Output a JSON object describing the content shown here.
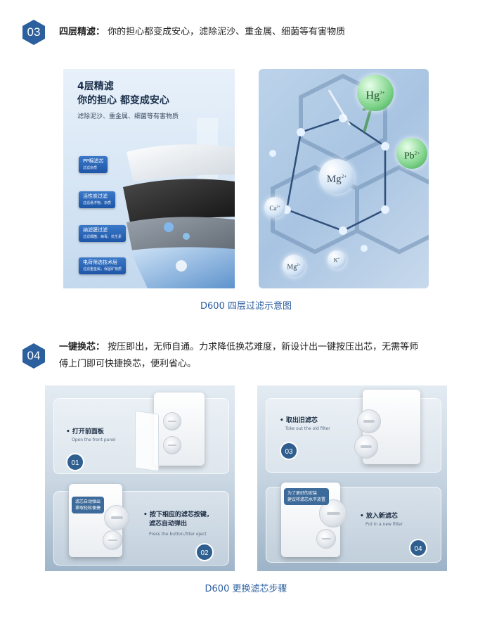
{
  "section3": {
    "number": "03",
    "title": "四层精滤：",
    "desc": "你的担心都变成安心，滤除泥沙、重金属、细菌等有害物质"
  },
  "left_image": {
    "headline1": "4层精滤",
    "headline2": "你的担心 都变成安心",
    "subline": "滤除泥沙、重金属、细菌等有害物质",
    "layers": [
      {
        "name": "PP棉滤芯",
        "desc": "过滤杂质"
      },
      {
        "name": "活性炭过滤",
        "desc": "过滤悬浮物、杂质"
      },
      {
        "name": "纳滤膜过滤",
        "desc": "过滤细菌、病毒、抗生素"
      },
      {
        "name": "电荷筛选技术层",
        "desc": "过滤重金属，保留矿物质"
      }
    ]
  },
  "right_image": {
    "ions": [
      {
        "symbol": "Hg",
        "charge": "2+"
      },
      {
        "symbol": "Pb",
        "charge": "2+"
      },
      {
        "symbol": "Mg",
        "charge": "2+"
      },
      {
        "symbol": "Ca",
        "charge": "2+"
      },
      {
        "symbol": "Mg",
        "charge": "2+"
      },
      {
        "symbol": "K",
        "charge": "+"
      }
    ]
  },
  "caption1": "D600 四层过滤示意图",
  "section4": {
    "number": "04",
    "title": "一键换芯：",
    "desc_line1": "按压即出，无师自通。力求降低换芯难度，新设计出一键按压出芯，无需等师",
    "desc_line2": "傅上门即可快捷换芯，便利省心。"
  },
  "steps": [
    {
      "num": "01",
      "title": "打开前面板",
      "sub": "Open the front panel"
    },
    {
      "num": "02",
      "title_line1": "按下相应的滤芯按键，",
      "title_line2": "滤芯自动弹出",
      "sub": "Press the button,filter eject",
      "bubble_line1": "滤芯自动弹出",
      "bubble_line2": "拿取轻松便捷"
    },
    {
      "num": "03",
      "title": "取出旧滤芯",
      "sub": "Toke out the old filter"
    },
    {
      "num": "04",
      "title": "放入新滤芯",
      "sub": "Put in a new filter",
      "bubble_line1": "为了更好的安装",
      "bubble_line2": "建议将滤芯水平放置"
    }
  ],
  "caption2": "D600 更换滤芯步骤",
  "colors": {
    "accent": "#2b5f9e",
    "caption": "#2d5fa0"
  }
}
